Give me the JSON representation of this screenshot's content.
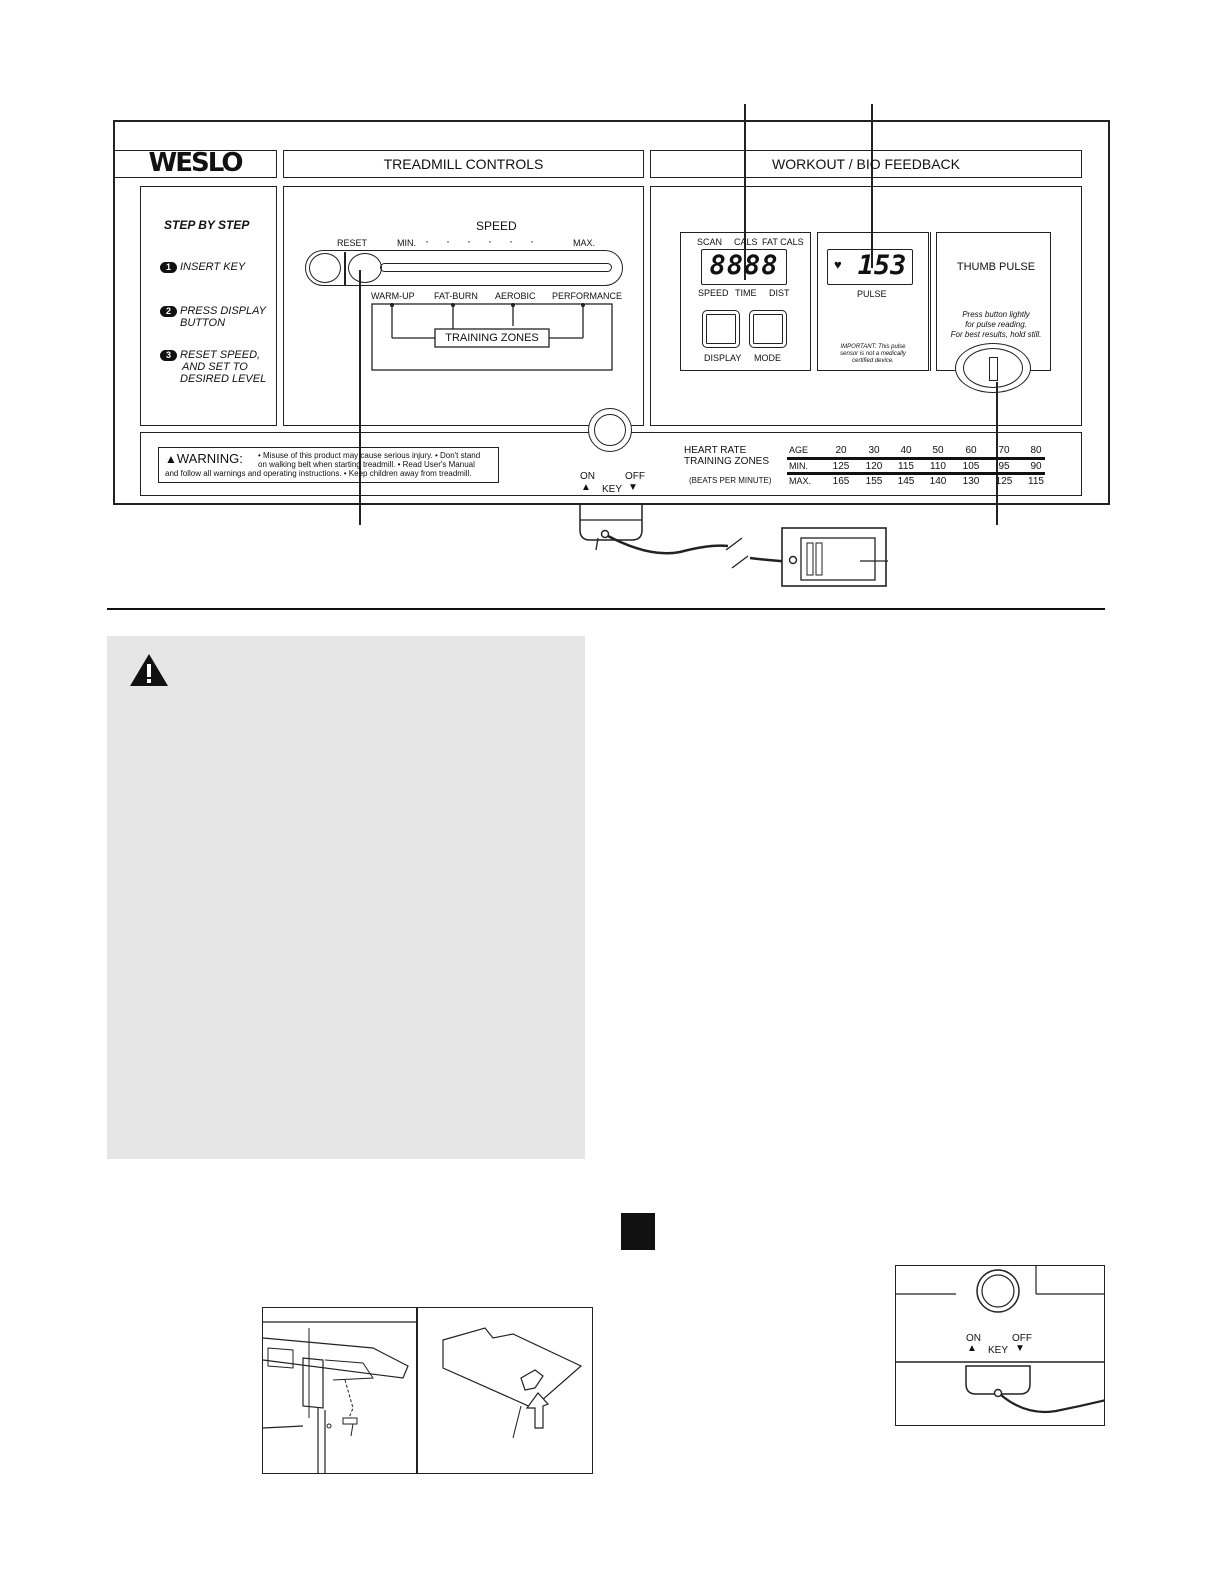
{
  "brand": "WESLO",
  "headers": {
    "treadmill_controls": "TREADMILL CONTROLS",
    "workout_feedback": "WORKOUT / BIO FEEDBACK"
  },
  "steps": {
    "title": "STEP BY STEP",
    "items": [
      {
        "num": "1",
        "text_lines": [
          "INSERT KEY"
        ]
      },
      {
        "num": "2",
        "text_lines": [
          "PRESS DISPLAY",
          "BUTTON"
        ]
      },
      {
        "num": "3",
        "text_lines": [
          "RESET SPEED,",
          "AND SET TO",
          "DESIRED LEVEL"
        ]
      }
    ]
  },
  "speed": {
    "title": "SPEED",
    "reset": "RESET",
    "min": "MIN.",
    "max": "MAX.",
    "zones": [
      "WARM-UP",
      "FAT-BURN",
      "AEROBIC",
      "PERFORMANCE"
    ],
    "training_zones": "TRAINING ZONES"
  },
  "display": {
    "top_labels": [
      "SCAN",
      "CALS",
      "FAT CALS"
    ],
    "readout": "8888",
    "bottom_labels": [
      "SPEED",
      "TIME",
      "DIST"
    ],
    "display_button": "DISPLAY",
    "mode_button": "MODE"
  },
  "pulse": {
    "value": "153",
    "label": "PULSE",
    "important_lines": [
      "IMPORTANT: This pulse",
      "sensor is not a medically",
      "certified device."
    ]
  },
  "thumb_pulse": {
    "title": "THUMB PULSE",
    "lines": [
      "Press button lightly",
      "for pulse reading.",
      "For best results, hold still."
    ]
  },
  "warning": {
    "label": "WARNING:",
    "line1": "• Misuse of this product may cause serious injury. • Don't stand",
    "line2": "on walking belt when starting treadmill. • Read User's Manual",
    "line3": "and follow all warnings and operating instructions. • Keep children away from treadmill."
  },
  "key": {
    "on": "ON",
    "off": "OFF",
    "label": "KEY"
  },
  "heart_rate": {
    "title_lines": [
      "HEART RATE",
      "TRAINING ZONES"
    ],
    "bpm": "(BEATS PER MINUTE)",
    "age_label": "AGE",
    "min_label": "MIN.",
    "max_label": "MAX.",
    "ages": [
      "20",
      "30",
      "40",
      "50",
      "60",
      "70",
      "80"
    ],
    "min": [
      "125",
      "120",
      "115",
      "110",
      "105",
      "95",
      "90"
    ],
    "max": [
      "165",
      "155",
      "145",
      "140",
      "130",
      "125",
      "115"
    ]
  },
  "colors": {
    "warning_panel": "#e6e6e6",
    "ink": "#111111"
  }
}
